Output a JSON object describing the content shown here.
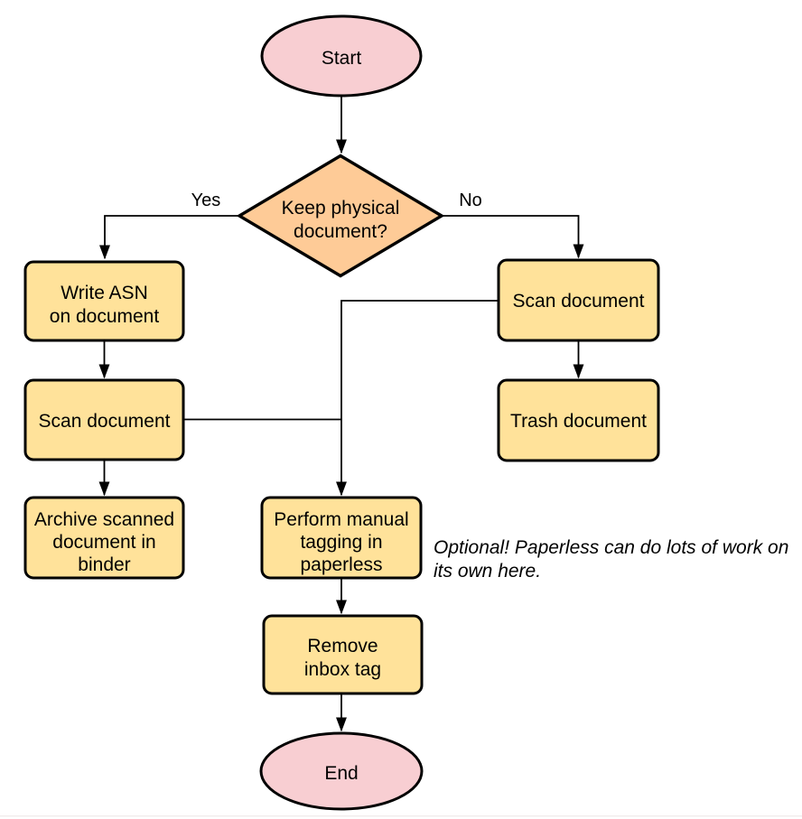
{
  "diagram": {
    "colors": {
      "terminal_fill": "#f8ced2",
      "decision_fill": "#fecb97",
      "process_fill": "#ffe29a",
      "stroke": "#000000",
      "bottom_rule": "#f1ecec"
    },
    "nodes": {
      "start": {
        "label": "Start"
      },
      "decision": {
        "line1": "Keep physical",
        "line2": "document?"
      },
      "write_asn": {
        "line1": "Write ASN",
        "line2": "on document"
      },
      "scan_yes": {
        "label": "Scan document"
      },
      "archive": {
        "line1": "Archive scanned",
        "line2": "document in",
        "line3": "binder"
      },
      "scan_no": {
        "label": "Scan document"
      },
      "trash": {
        "label": "Trash document"
      },
      "tagging": {
        "line1": "Perform manual",
        "line2": "tagging in",
        "line3": "paperless"
      },
      "remove_inbox": {
        "line1": "Remove",
        "line2": "inbox tag"
      },
      "end": {
        "label": "End"
      }
    },
    "edge_labels": {
      "yes": "Yes",
      "no": "No"
    },
    "annotation": {
      "line1": "Optional! Paperless can do lots of work on",
      "line2": "its own here."
    }
  }
}
